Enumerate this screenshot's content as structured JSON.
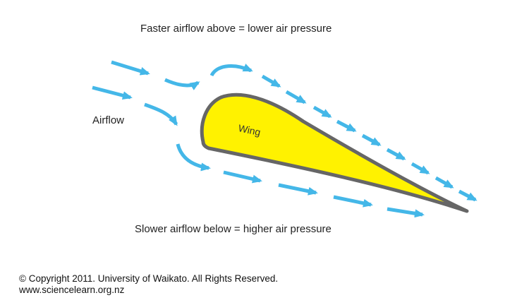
{
  "diagram": {
    "top_label": "Faster airflow above = lower air pressure",
    "bottom_label": "Slower airflow below = higher air pressure",
    "airflow_label": "Airflow",
    "wing_label": "Wing"
  },
  "footer": {
    "copyright": "© Copyright 2011. University of Waikato. All Rights Reserved.",
    "website": "www.sciencelearn.org.nz"
  },
  "colors": {
    "arrow": "#44b7e8",
    "wing_fill": "#fff200",
    "wing_outline": "#666666",
    "text": "#222222"
  }
}
